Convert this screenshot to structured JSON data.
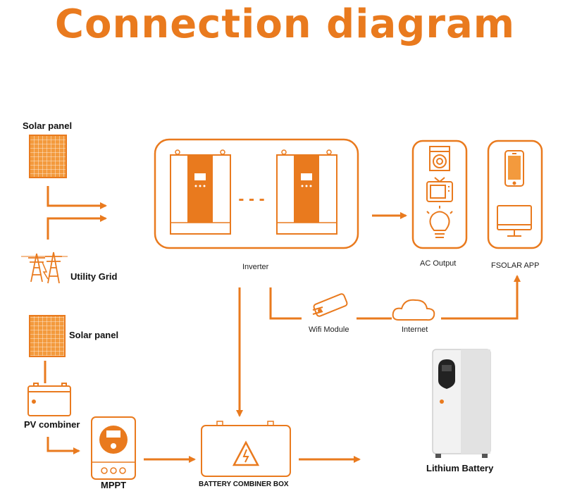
{
  "title": "Connection diagram",
  "labels": {
    "solar_panel_top": "Solar panel",
    "utility_grid": "Utility Grid",
    "inverter": "Inverter",
    "ac_output": "AC Output",
    "fsolar_app": "FSOLAR APP",
    "wifi_module": "Wifi Module",
    "internet": "Internet",
    "solar_panel_bottom": "Solar panel",
    "pv_combiner": "PV combiner",
    "mppt": "MPPT",
    "battery_combiner_box": "BATTERY COMBINER BOX",
    "lithium_battery": "Lithium Battery",
    "inverter_separator": "- - -"
  },
  "colors": {
    "accent": "#e97a1e",
    "line": "#e97a1e",
    "text": "#111111"
  },
  "icons": [
    "solar-panel-icon",
    "power-tower-icon",
    "inverter-icon",
    "washing-machine-icon",
    "tv-icon",
    "light-bulb-icon",
    "smartphone-icon",
    "monitor-icon",
    "wifi-module-icon",
    "cloud-icon",
    "pv-combiner-icon",
    "mppt-icon",
    "battery-combiner-box-icon",
    "lithium-battery-icon"
  ]
}
